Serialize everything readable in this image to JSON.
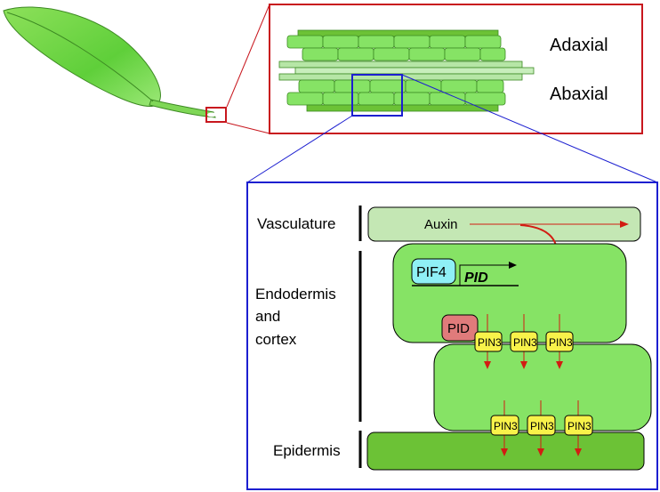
{
  "labels": {
    "adaxial": "Adaxial",
    "abaxial": "Abaxial",
    "vasculature": "Vasculature",
    "endodermis_line1": "Endodermis",
    "endodermis_line2": "and",
    "endodermis_line3": "cortex",
    "epidermis": "Epidermis",
    "auxin": "Auxin",
    "pif4": "PIF4",
    "pid_gene": "PID",
    "pid_protein": "PID",
    "pin3": "PIN3"
  },
  "colors": {
    "red_frame": "#c8171e",
    "blue_frame": "#1c1fd0",
    "cell_green": "#86e365",
    "dark_green": "#6cc236",
    "pale_green": "#b6e6a6",
    "vascular_layer": "#c4e7b4",
    "pif4_fill": "#8ff0f6",
    "pid_fill": "#e07b7b",
    "pin3_fill": "#f8f24a",
    "arrow_red": "#d21c12"
  }
}
